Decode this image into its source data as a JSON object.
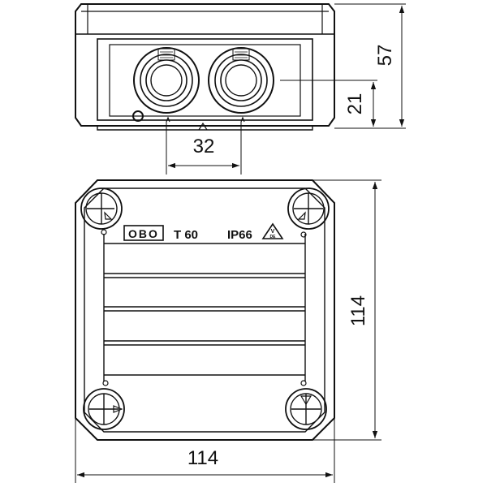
{
  "dimensions": {
    "side_height": "57",
    "gland_height": "21",
    "gland_spacing": "32",
    "top_height": "114",
    "top_width": "114"
  },
  "lid": {
    "brand": "OBO",
    "model": "T 60",
    "rating": "IP66",
    "mark_top": "V",
    "mark_bottom": "DE"
  },
  "colors": {
    "line": "#111111",
    "background": "#ffffff"
  }
}
